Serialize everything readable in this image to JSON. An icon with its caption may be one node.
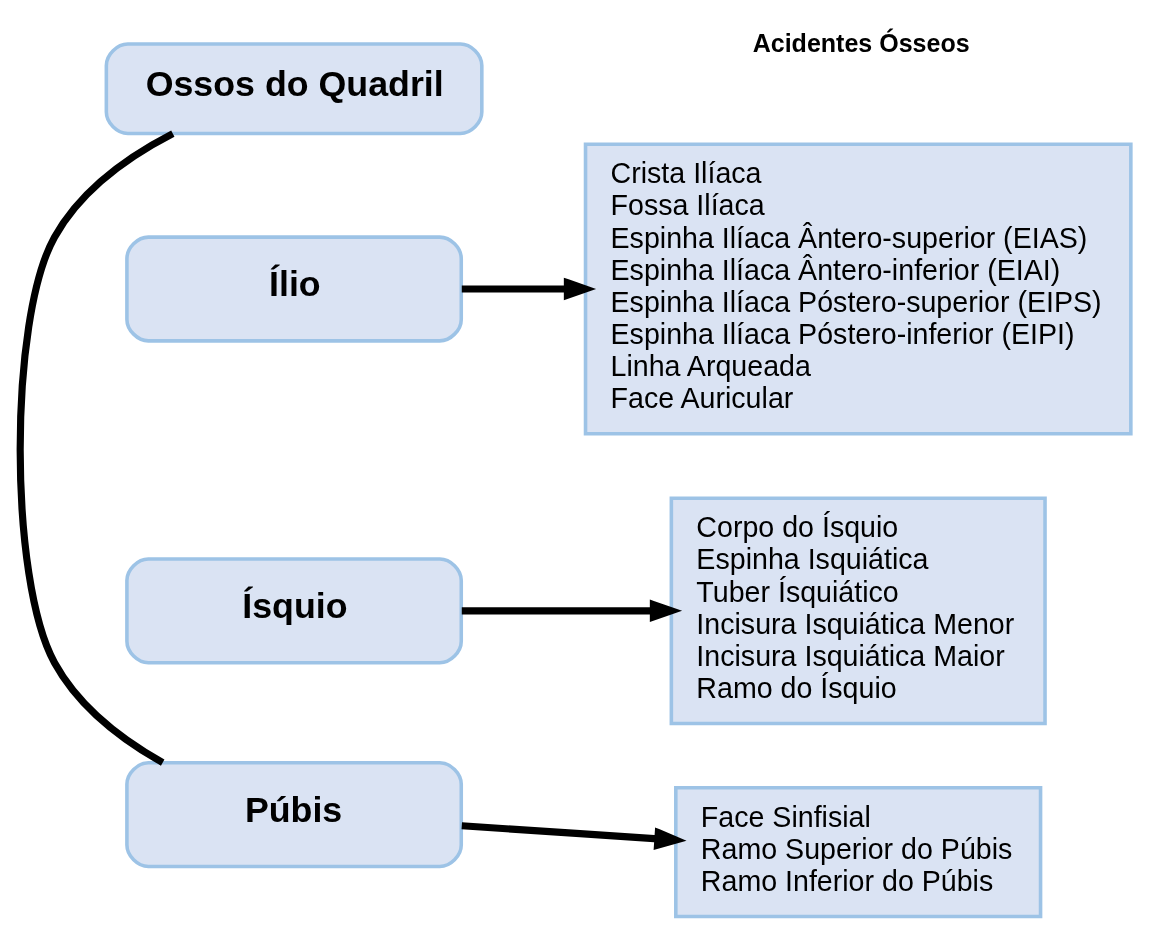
{
  "diagram": {
    "nodes": [
      {
        "text": [
          "Ossos do Quadril"
        ]
      },
      {
        "text": [
          "Ílio"
        ]
      },
      {
        "text": [
          "Crista Ilíaca",
          "Fossa Ilíaca",
          "Espinha Ilíaca Ântero-superior (EIAS)",
          "Espinha Ilíaca Ântero-inferior (EIAI)",
          "Espinha Ilíaca Póstero-superior (EIPS)",
          "Espinha Ilíaca Póstero-inferior (EIPI)",
          "Linha Arqueada",
          "Face Auricular"
        ]
      },
      {
        "text": [
          "Ísquio"
        ]
      },
      {
        "text": [
          "Corpo do Ísquio",
          "Espinha Isquiática",
          "Tuber Ísquiático",
          "Incisura Isquiática Menor",
          "Incisura Isquiática Maior",
          "Ramo do Ísquio"
        ]
      },
      {
        "text": [
          "Púbis"
        ]
      },
      {
        "text": [
          "Face Sinfisial",
          "Ramo Superior do Púbis",
          "Ramo Inferior do Púbis"
        ]
      }
    ],
    "edges": [
      {
        "from": 0,
        "to": 5,
        "arrow": "none"
      },
      {
        "from": 1,
        "to": 2,
        "arrow": "to"
      },
      {
        "from": 3,
        "to": 4,
        "arrow": "to"
      },
      {
        "from": 5,
        "to": 6,
        "arrow": "to"
      }
    ],
    "labels": [
      "Acidentes Ósseos"
    ]
  }
}
